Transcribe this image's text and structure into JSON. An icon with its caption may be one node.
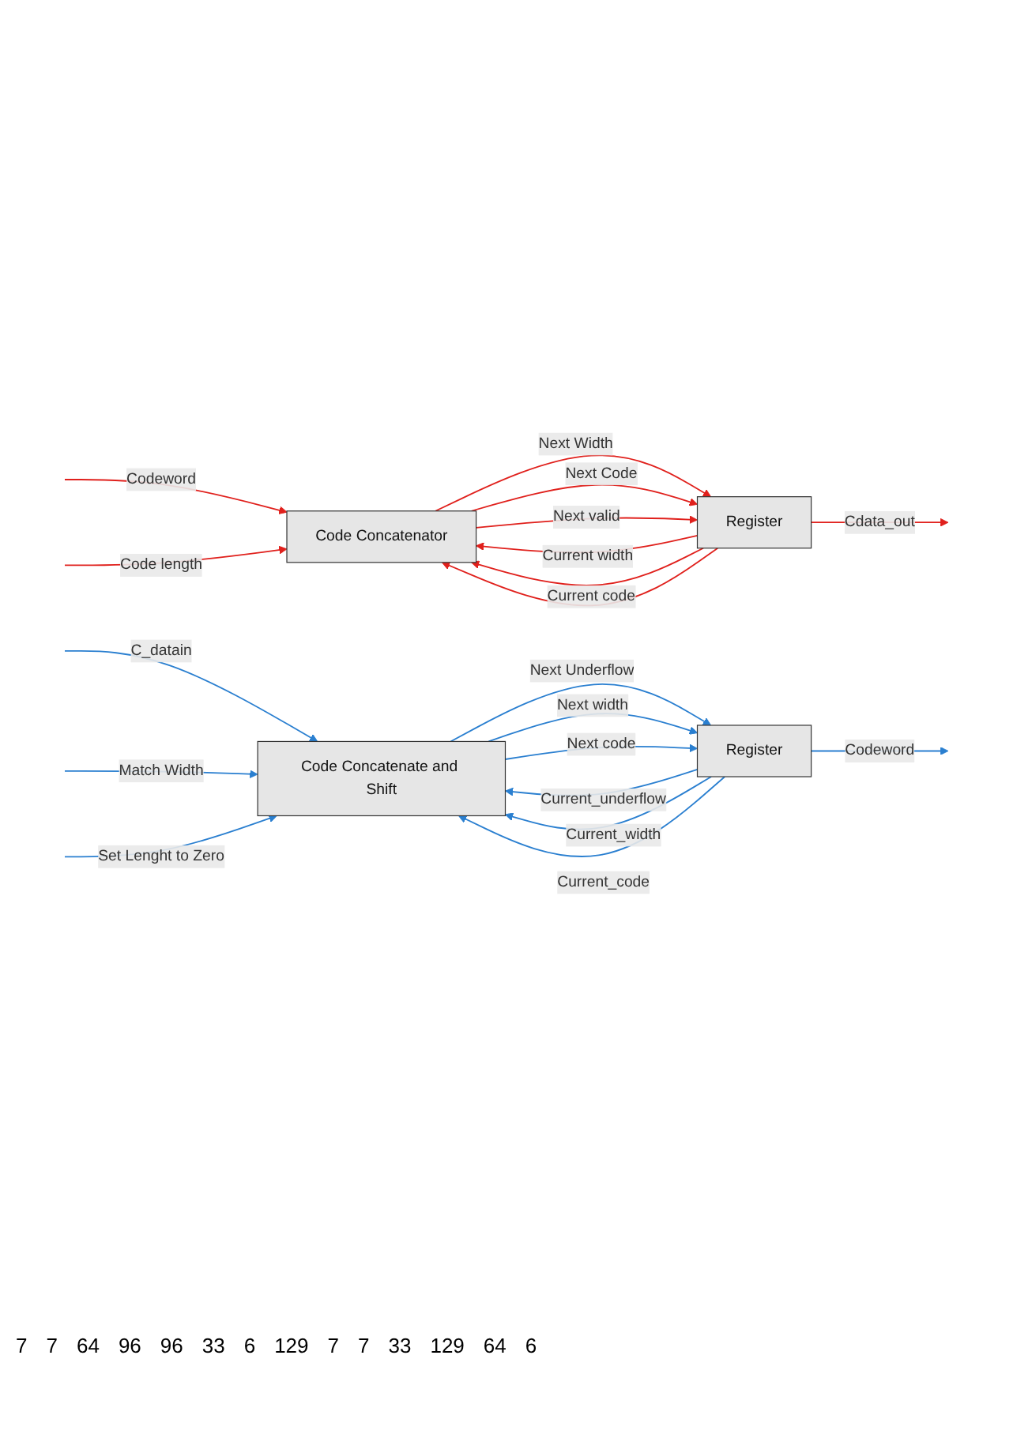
{
  "diagram": {
    "nodes": [
      {
        "text": [
          "Code Concatenator"
        ]
      },
      {
        "text": [
          "Register"
        ]
      },
      {
        "text": [
          "Code Concatenate and Shift"
        ]
      },
      {
        "text": [
          "Register"
        ]
      }
    ],
    "edges": [
      {
        "from": null,
        "to": 0,
        "arrow": "to",
        "label": "Codeword",
        "color": "#e0201c"
      },
      {
        "from": null,
        "to": 0,
        "arrow": "to",
        "label": "Code length",
        "color": "#e0201c"
      },
      {
        "from": 0,
        "to": 1,
        "arrow": "to",
        "label": "Next Width",
        "color": "#e0201c"
      },
      {
        "from": 0,
        "to": 1,
        "arrow": "to",
        "label": "Next Code",
        "color": "#e0201c"
      },
      {
        "from": 0,
        "to": 1,
        "arrow": "to",
        "label": "Next valid",
        "color": "#e0201c"
      },
      {
        "from": 1,
        "to": 0,
        "arrow": "to",
        "label": "Current width",
        "color": "#e0201c"
      },
      {
        "from": 1,
        "to": 0,
        "arrow": "to",
        "label": "Current code",
        "color": "#e0201c"
      },
      {
        "from": 1,
        "to": null,
        "arrow": "to",
        "label": "Cdata_out",
        "color": "#e0201c"
      },
      {
        "from": 1,
        "to": 0,
        "arrow": "to",
        "color": "#e0201c"
      },
      {
        "from": 2,
        "to": 3,
        "arrow": "to",
        "label": "Next Underflow"
      },
      {
        "from": 2,
        "to": 3,
        "arrow": "to",
        "label": "Next width"
      },
      {
        "from": 2,
        "to": 3,
        "arrow": "to",
        "label": "Next code"
      },
      {
        "from": 3,
        "to": 2,
        "arrow": "to",
        "label": "Current_underflow"
      },
      {
        "from": 3,
        "to": 2,
        "arrow": "to",
        "label": "Current_width"
      },
      {
        "from": 3,
        "to": 2,
        "arrow": "to",
        "label": "Current_code"
      },
      {
        "from": 3,
        "to": null,
        "arrow": "to",
        "label": "Codeword"
      },
      {
        "from": null,
        "to": 2,
        "arrow": "to",
        "label": "C_datain"
      },
      {
        "from": null,
        "to": 2,
        "arrow": "to",
        "label": "Match Width"
      },
      {
        "from": null,
        "to": 2,
        "arrow": "to",
        "label": "Set Lenght to Zero"
      }
    ],
    "labels": [
      "7",
      "7",
      "64",
      "96",
      "96",
      "33",
      "6",
      "129",
      "7",
      "7",
      "33",
      "129",
      "64",
      "6"
    ]
  }
}
